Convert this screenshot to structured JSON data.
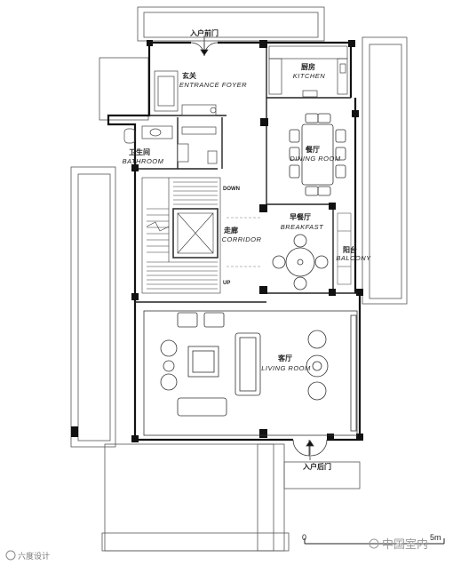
{
  "doors": {
    "front": "入户前门",
    "back": "入户后门"
  },
  "rooms": {
    "foyer": {
      "cn": "玄关",
      "en": "ENTRANCE FOYER"
    },
    "kitchen": {
      "cn": "厨房",
      "en": "KITCHEN"
    },
    "dining": {
      "cn": "餐厅",
      "en": "DINING ROOM"
    },
    "bathroom": {
      "cn": "卫生间",
      "en": "BATHROOM"
    },
    "corridor": {
      "cn": "走廊",
      "en": "CORRIDOR"
    },
    "breakfast": {
      "cn": "早餐厅",
      "en": "BREAKFAST"
    },
    "balcony": {
      "cn": "阳台",
      "en": "BALCONY"
    },
    "living": {
      "cn": "客厅",
      "en": "LIVING ROOM"
    }
  },
  "stairs": {
    "down": "DOWN",
    "up": "UP"
  },
  "scale": {
    "start": "0",
    "end": "5m"
  },
  "watermarks": {
    "left": "六度设计",
    "right": "中国室内"
  }
}
